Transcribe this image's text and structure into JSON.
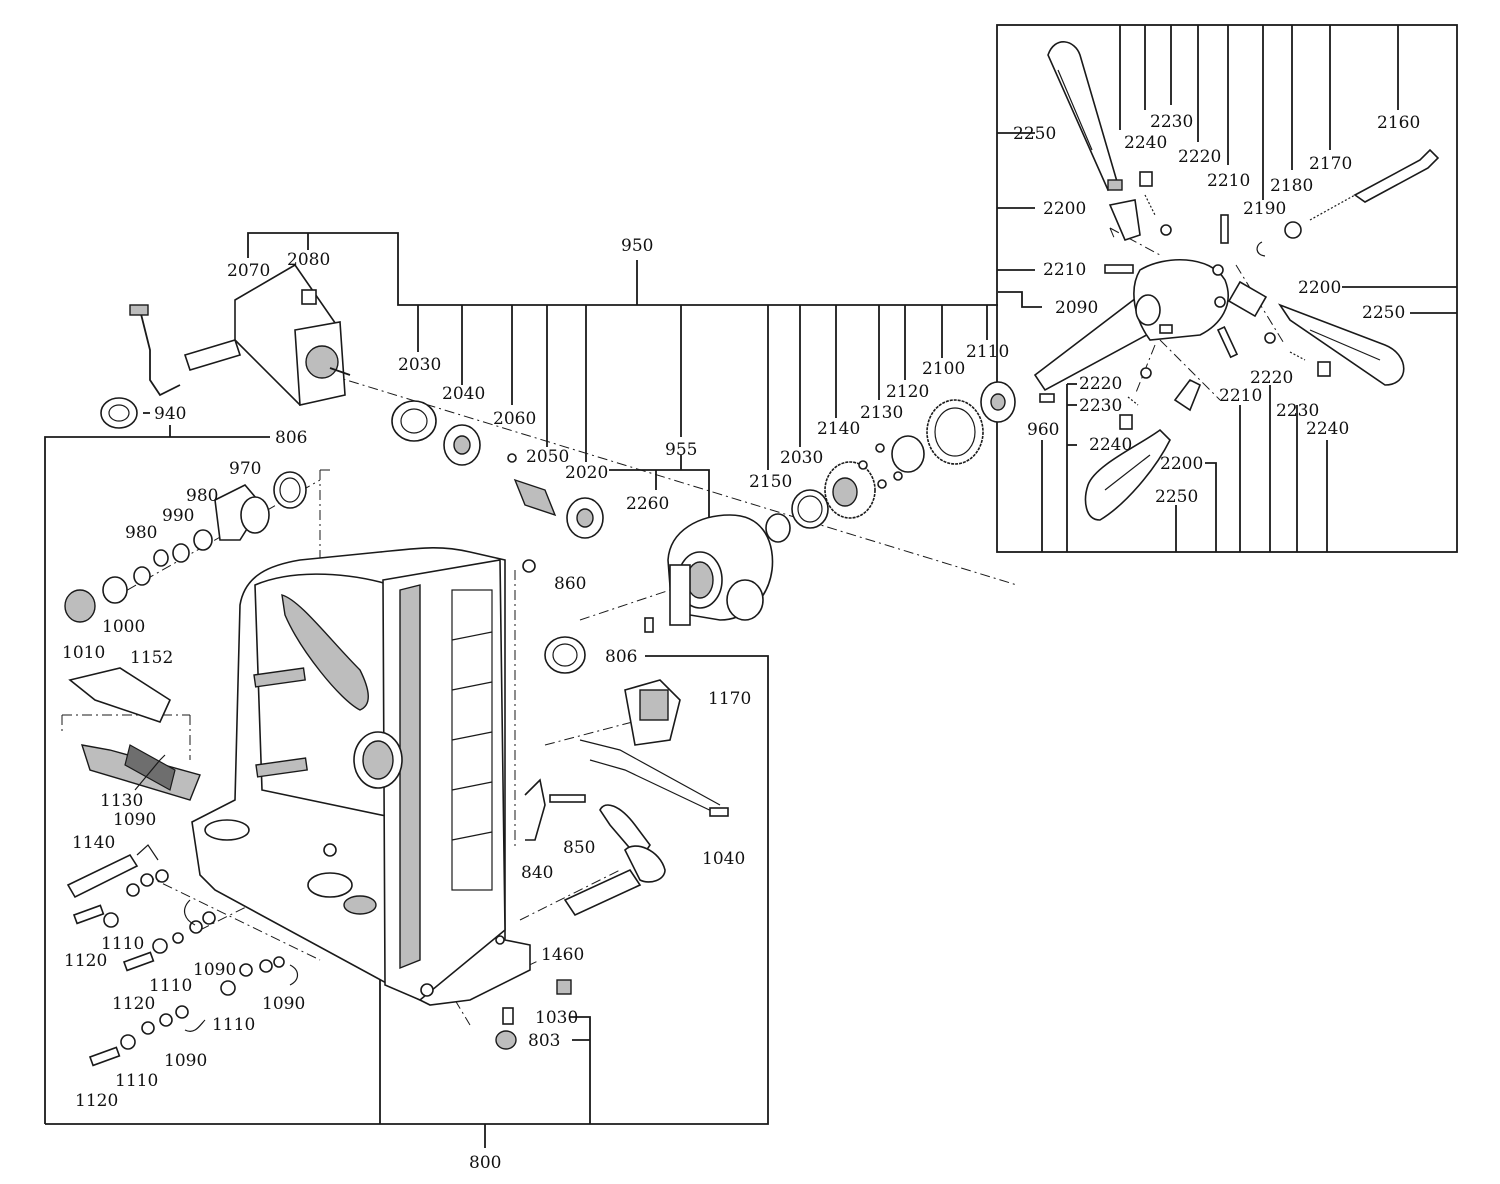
{
  "diagram": {
    "type": "exploded-parts-diagram",
    "labels": {
      "p950": "950",
      "p955": "955",
      "p940": "940",
      "p806a": "806",
      "p806b": "806",
      "p970": "970",
      "p980a": "980",
      "p980b": "980",
      "p990": "990",
      "p1000": "1000",
      "p1010": "1010",
      "p1152": "1152",
      "p1130": "1130",
      "p1170": "1170",
      "p860": "860",
      "p850": "850",
      "p840": "840",
      "p1040": "1040",
      "p1460": "1460",
      "p1030": "1030",
      "p803": "803",
      "p800": "800",
      "p1140": "1140",
      "p1090a": "1090",
      "p1090b": "1090",
      "p1090c": "1090",
      "p1090d": "1090",
      "p1110a": "1110",
      "p1110b": "1110",
      "p1110c": "1110",
      "p1110d": "1110",
      "p1120a": "1120",
      "p1120b": "1120",
      "p1120c": "1120",
      "p2070": "2070",
      "p2080": "2080",
      "p2030a": "2030",
      "p2030b": "2030",
      "p2040": "2040",
      "p2060": "2060",
      "p2050": "2050",
      "p2020": "2020",
      "p2260": "2260",
      "p2150": "2150",
      "p2140": "2140",
      "p2130": "2130",
      "p2120": "2120",
      "p2100": "2100",
      "p2110": "2110",
      "p960": "960",
      "p2090": "2090",
      "p2250a": "2250",
      "p2250b": "2250",
      "p2250c": "2250",
      "p2240a": "2240",
      "p2240b": "2240",
      "p2240c": "2240",
      "p2230a": "2230",
      "p2230b": "2230",
      "p2230c": "2230",
      "p2220a": "2220",
      "p2220b": "2220",
      "p2220c": "2220",
      "p2210a": "2210",
      "p2210b": "2210",
      "p2210c": "2210",
      "p2200a": "2200",
      "p2200b": "2200",
      "p2200c": "2200",
      "p2190": "2190",
      "p2180": "2180",
      "p2170": "2170",
      "p2160": "2160"
    }
  }
}
